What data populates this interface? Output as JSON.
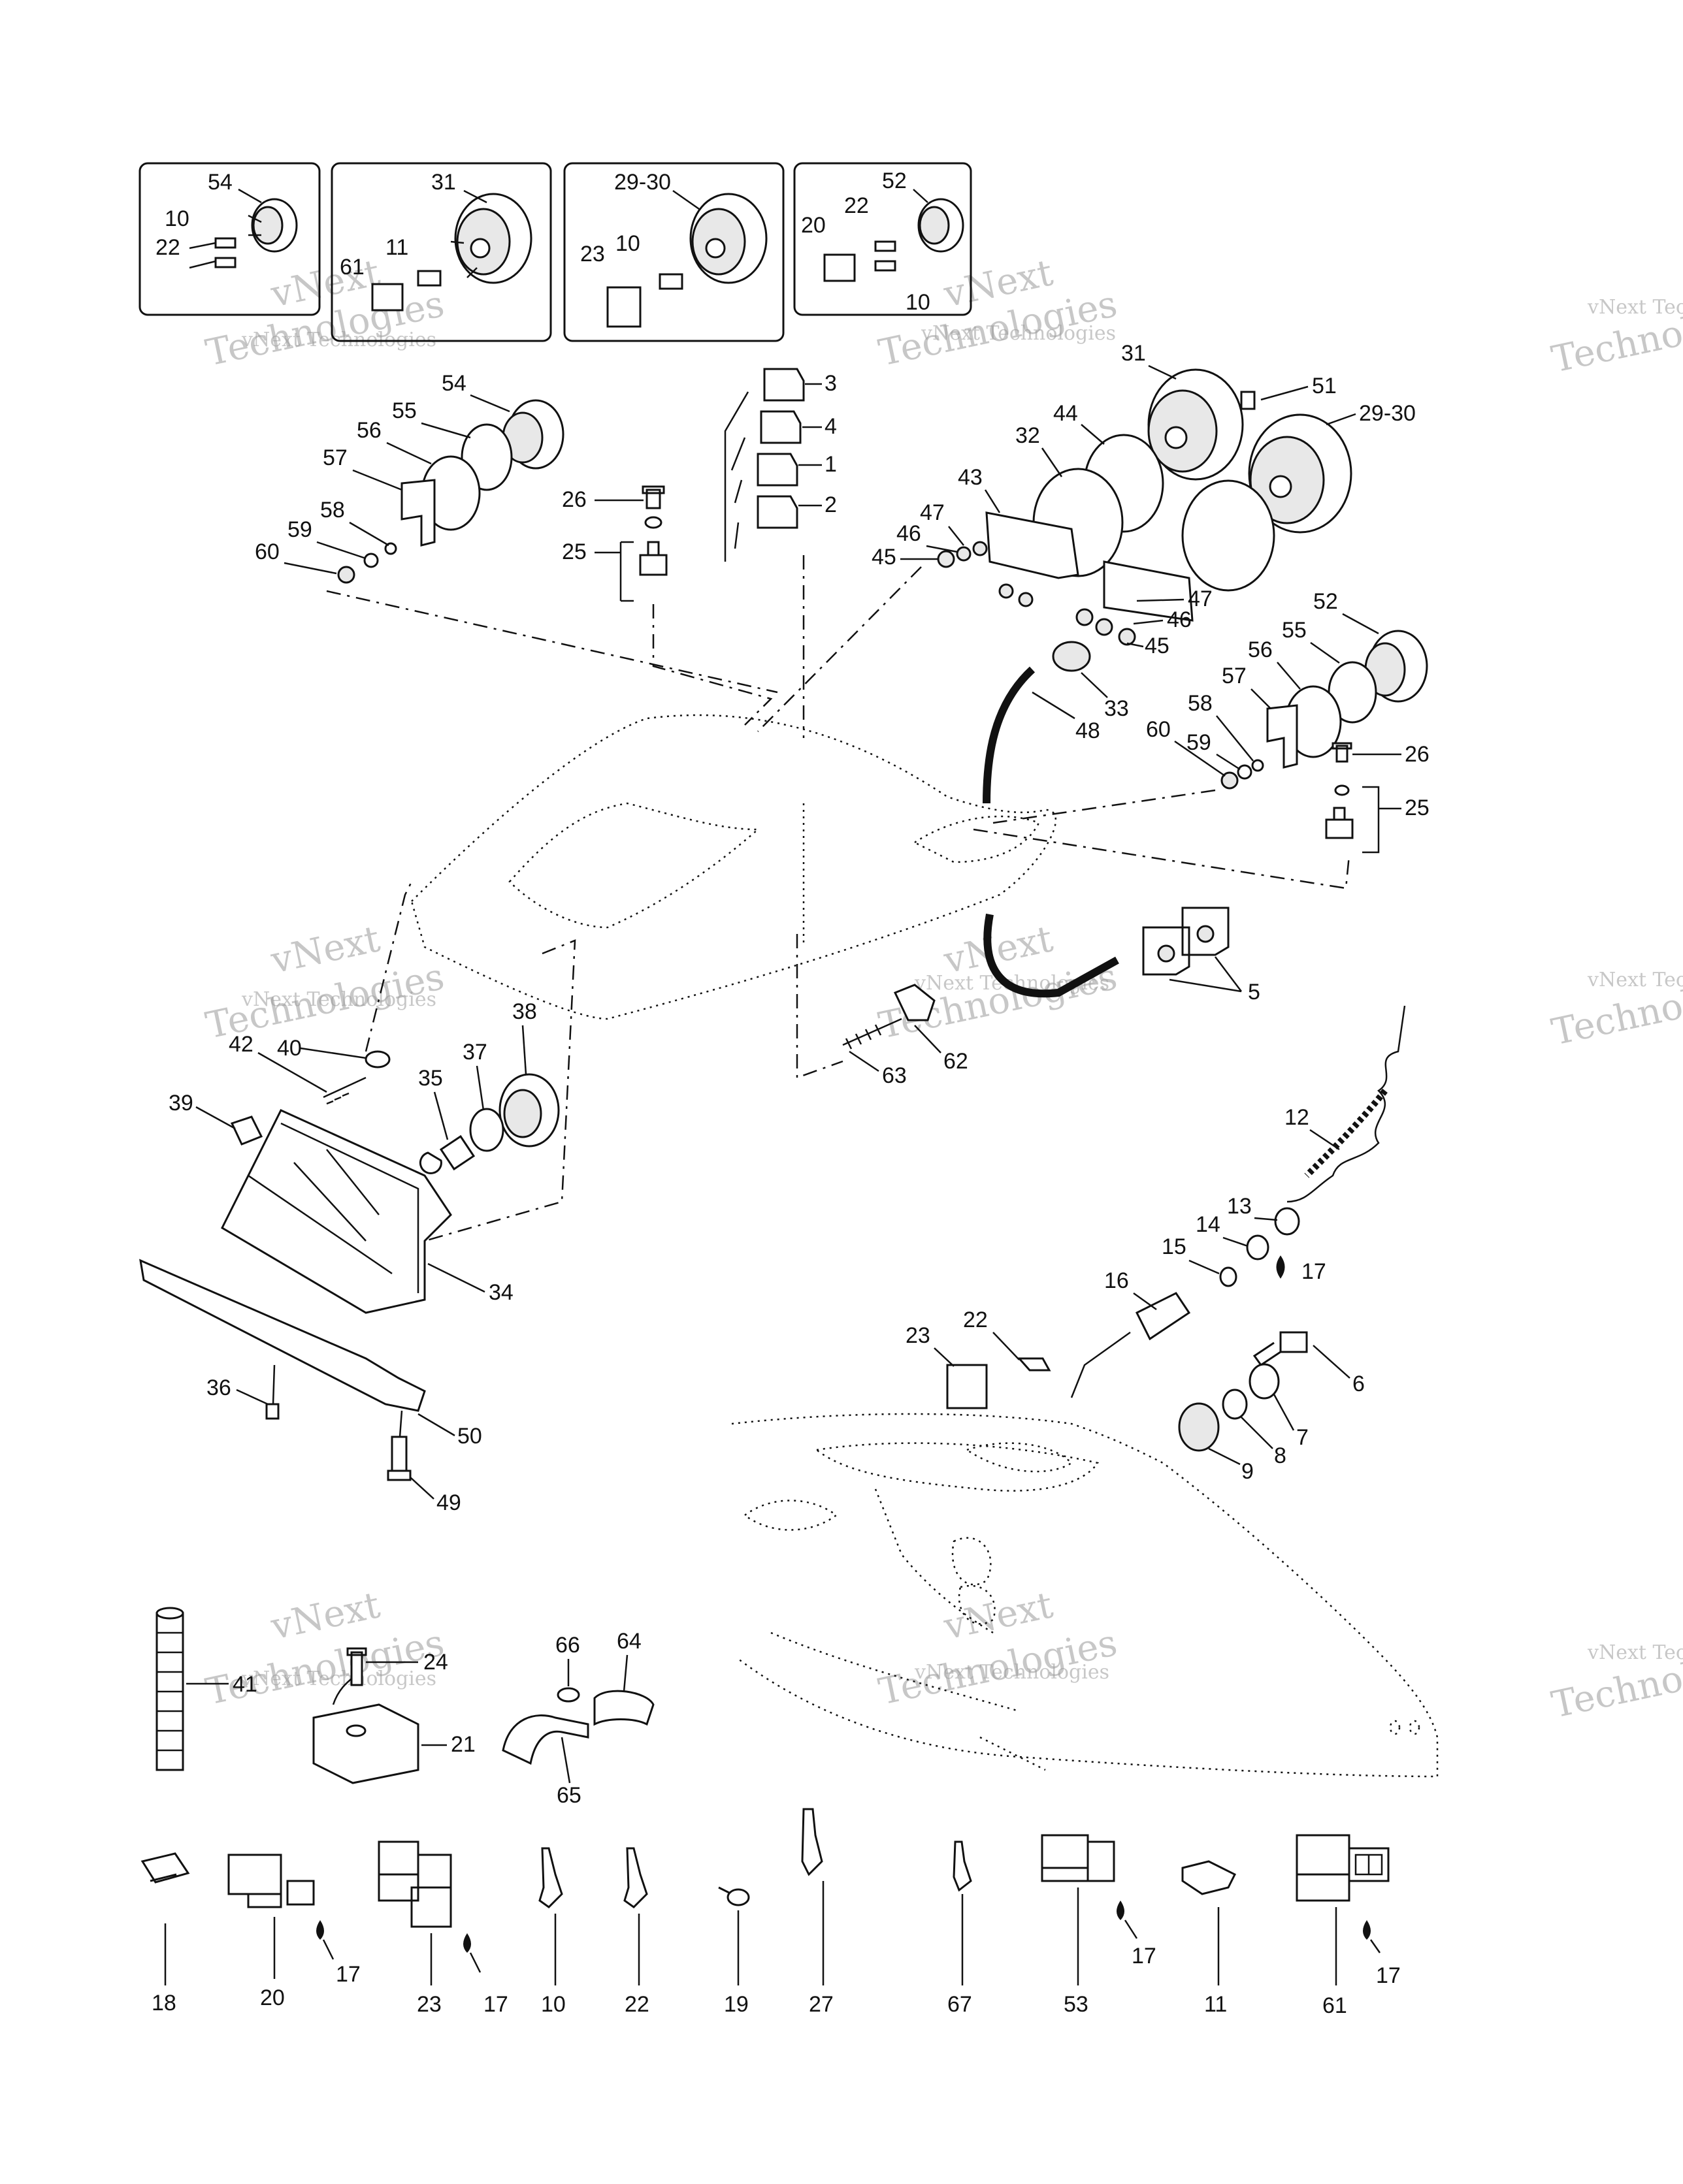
{
  "watermark": {
    "line1": "vNext",
    "line2": "Technologies",
    "caption": "vNext Technologies"
  },
  "callouts": {
    "inset1": {
      "a": "54",
      "b": "10",
      "c": "22"
    },
    "inset2": {
      "a": "31",
      "b": "61",
      "c": "11"
    },
    "inset3": {
      "a": "29-30",
      "b": "23",
      "c": "10"
    },
    "inset4": {
      "a": "52",
      "b": "22",
      "c": "20",
      "d": "10"
    },
    "left_gauge": {
      "g54": "54",
      "g55": "55",
      "g56": "56",
      "g57": "57",
      "g58": "58",
      "g59": "59",
      "g60": "60"
    },
    "switches": {
      "s3": "3",
      "s4": "4",
      "s1": "1",
      "s2": "2",
      "s26": "26",
      "s25": "25"
    },
    "right_cluster": {
      "c31": "31",
      "c51": "51",
      "c2930": "29-30",
      "c44": "44",
      "c32": "32",
      "c43": "43",
      "c47": "47",
      "c46": "46",
      "c45": "45",
      "c47b": "47",
      "c46b": "46",
      "c45b": "45"
    },
    "right_gauge": {
      "r52": "52",
      "r55": "55",
      "r56": "56",
      "r57": "57",
      "r58": "58",
      "r60": "60",
      "r59": "59",
      "r26": "26",
      "r25": "25",
      "r33": "33",
      "r48": "48",
      "r5": "5",
      "r62": "62",
      "r63": "63"
    },
    "headlight": {
      "h40": "40",
      "h42": "42",
      "h38": "38",
      "h37": "37",
      "h35": "35",
      "h39": "39",
      "h34": "34",
      "h36": "36",
      "h50": "50",
      "h49": "49"
    },
    "ignition": {
      "i12": "12",
      "i13": "13",
      "i14": "14",
      "i15": "15",
      "i17": "17",
      "i16": "16",
      "i22": "22",
      "i23": "23",
      "i6": "6",
      "i7": "7",
      "i8": "8",
      "i9": "9"
    },
    "misc": {
      "m41": "41",
      "m24": "24",
      "m21": "21",
      "m66": "66",
      "m64": "64",
      "m65": "65"
    },
    "bottom": {
      "b18": "18",
      "b20": "20",
      "b17a": "17",
      "b23": "23",
      "b17b": "17",
      "b10": "10",
      "b22": "22",
      "b19": "19",
      "b27": "27",
      "b67": "67",
      "b53": "53",
      "b17c": "17",
      "b11": "11",
      "b61": "61",
      "b17d": "17"
    }
  }
}
